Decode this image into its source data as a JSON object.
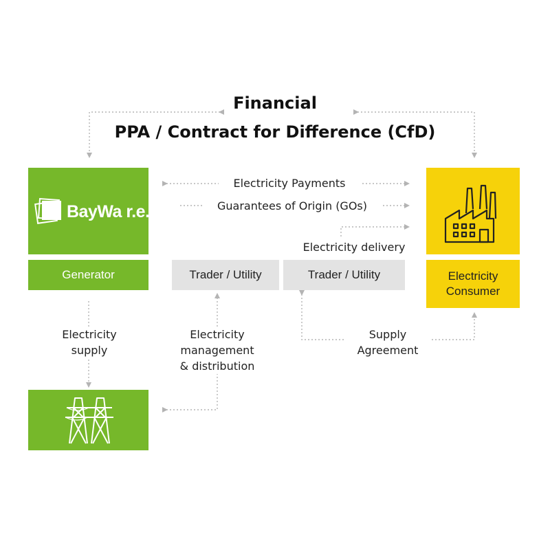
{
  "title": {
    "line1": "Financial",
    "line2": "PPA / Contract for Difference (CfD)"
  },
  "generator": {
    "logo_text": "BayWa r.e.",
    "label": "Generator"
  },
  "consumer": {
    "label_line1": "Electricity",
    "label_line2": "Consumer"
  },
  "traders": [
    {
      "label": "Trader / Utility"
    },
    {
      "label": "Trader / Utility"
    }
  ],
  "flows": {
    "payments": "Electricity Payments",
    "gos": "Guarantees of Origin (GOs)",
    "delivery": "Electricity delivery",
    "supply_line1": "Electricity",
    "supply_line2": "supply",
    "mgmt_line1": "Electricity",
    "mgmt_line2": "management",
    "mgmt_line3": "& distribution",
    "agreement_line1": "Supply",
    "agreement_line2": "Agreement"
  },
  "icons": {
    "generator_logo": "baywa-logo-icon",
    "consumer": "factory-icon",
    "grid": "transmission-tower-icon"
  },
  "colors": {
    "green": "#76b82a",
    "yellow": "#f6d20a",
    "grey_box": "#e3e3e3",
    "arrow": "#b4b4b4"
  }
}
